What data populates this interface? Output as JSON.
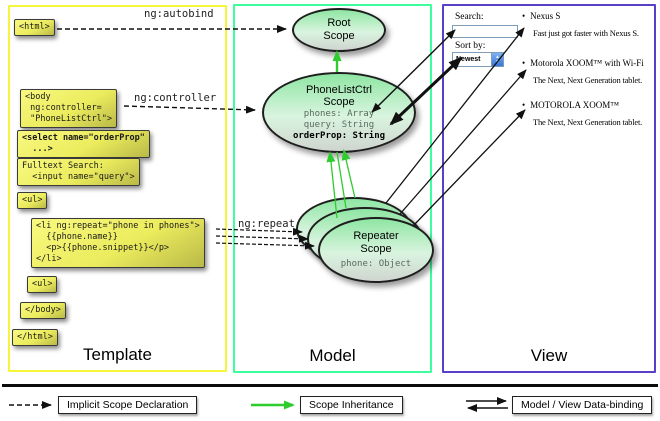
{
  "panels": {
    "template": {
      "label": "Template"
    },
    "model": {
      "label": "Model"
    },
    "view": {
      "label": "View"
    }
  },
  "arrow_labels": {
    "autobind": "ng:autobind",
    "controller": "ng:controller",
    "repeat": "ng:repeat"
  },
  "template_code": {
    "html_open": "<html>",
    "body_open": "<body\n ng:controller=\n \"PhoneListCtrl\">",
    "select_orderprop": "<select name=\"orderProp\"\n  ...>",
    "fulltext_search": "Fulltext Search:\n  <input name=\"query\">",
    "ul_open": "<ul>",
    "li_repeat": "<li ng:repeat=\"phone in phones\">\n  {{phone.name}}\n  <p>{{phone.snippet}}</p>\n</li>",
    "ul_close": "<ul>",
    "body_close": "</body>",
    "html_close": "</html>"
  },
  "model": {
    "root_scope": {
      "title": "Root\nScope"
    },
    "phonelist_scope": {
      "title": "PhoneListCtrl\nScope",
      "prop_phones": "phones: Array",
      "prop_query": "query: String",
      "prop_orderprop": "orderProp: String"
    },
    "repeater_scope": {
      "title": "Repeater\nScope",
      "prop_phone": "phone: Object"
    }
  },
  "view": {
    "search_label": "Search:",
    "search_value": "",
    "sort_label": "Sort by:",
    "sort_value": "Newest",
    "items": [
      {
        "name": "Nexus S",
        "snippet": "Fast just got faster with Nexus S."
      },
      {
        "name": "Motorola XOOM™ with Wi-Fi",
        "snippet": "The Next, Next Generation tablet."
      },
      {
        "name": "MOTOROLA XOOM™",
        "snippet": "The Next, Next Generation tablet."
      }
    ]
  },
  "legend": {
    "implicit": "Implicit Scope Declaration",
    "inheritance": "Scope Inheritance",
    "databinding": "Model / View Data-binding"
  },
  "colors": {
    "template_border": "#f5f53c",
    "model_border": "#3dff9e",
    "view_border": "#5a3fc8",
    "scope_fill_green": "#8fe6a3",
    "arrow_green": "#2ecc2e",
    "code_box_yellow": "#ecec5e"
  }
}
